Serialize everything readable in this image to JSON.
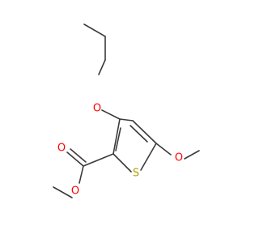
{
  "molecule": {
    "atom_labels": {
      "o_propoxy": "O",
      "o_carbonyl": "O",
      "o_ester": "O",
      "s_ring": "S",
      "o_methoxy": "O"
    }
  },
  "colors": {
    "bond": "#3a3a3a",
    "oxygen": "#ff0000",
    "sulfur": "#b2a100",
    "background": "#ffffff"
  }
}
